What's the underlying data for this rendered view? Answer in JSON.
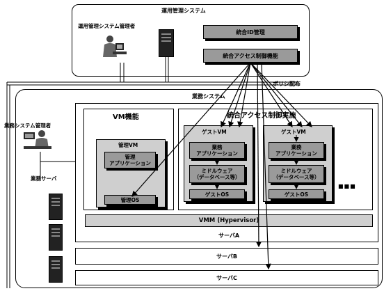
{
  "ops_system": {
    "title": "運用管理システム",
    "admin_label": "運用管理システム管理者",
    "id_mgmt": "統合ID管理",
    "access_control": "統合アクセス制御機能"
  },
  "policy_label": "ポリシ配布",
  "business_system": {
    "title": "業務システム",
    "admin_label": "業務システム管理者",
    "server_label": "業務サーバ",
    "vm_function": "VM機能",
    "mgmt_vm": "管理VM",
    "mgmt_app": "管理\nアプリケーション",
    "mgmt_os": "管理OS",
    "access_impl": "統合アクセス制御実施",
    "guest_vms": [
      {
        "title": "ゲストVM",
        "app": "業務\nアプリケーション",
        "middleware": "ミドルウェア\n（データベース等）",
        "os": "ゲストOS"
      },
      {
        "title": "ゲストVM",
        "app": "業務\nアプリケーション",
        "middleware": "ミドルウェア\n（データベース等）",
        "os": "ゲストOS"
      }
    ],
    "ellipsis": "■■■",
    "vmm": "VMM (Hypervisor)",
    "server_a": "サーバA",
    "server_b": "サーバB",
    "server_c": "サーバC"
  }
}
